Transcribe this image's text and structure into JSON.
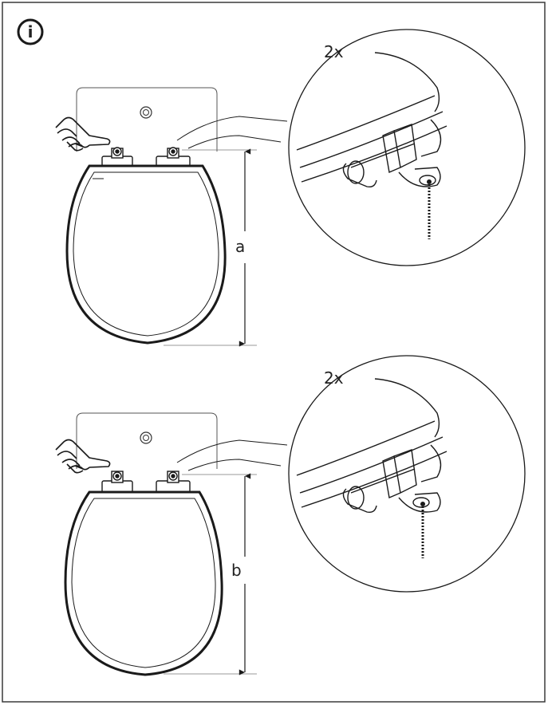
{
  "info_icon": {
    "glyph": "i",
    "name": "info-icon"
  },
  "panels": [
    {
      "multiplier": "2x",
      "dimension_label": "a"
    },
    {
      "multiplier": "2x",
      "dimension_label": "b"
    }
  ],
  "colors": {
    "line": "#1a1a1a",
    "frame": "#3a3a3a",
    "background": "#ffffff"
  }
}
